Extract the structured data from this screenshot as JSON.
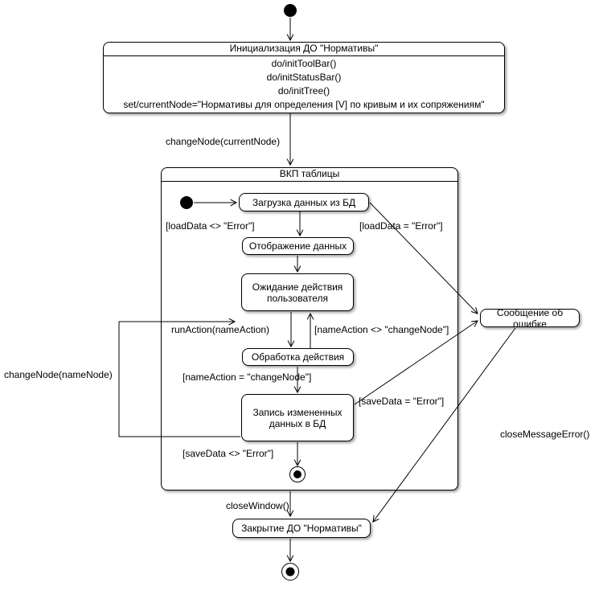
{
  "colors": {
    "stroke": "#000000",
    "fill": "#ffffff",
    "shadow": "#9b9b9b"
  },
  "diagram": {
    "states": {
      "init": {
        "title": "Инициализация ДО \"Нормативы\"",
        "actions": [
          "do/initToolBar()",
          "do/initStatusBar()",
          "do/initTree()",
          "set/currentNode=\"Нормативы для определения [V] по кривым и их сопряжениям\""
        ]
      },
      "composite": {
        "title": "ВКП таблицы"
      },
      "load": {
        "label": "Загрузка данных из БД"
      },
      "display": {
        "label": "Отображение данных"
      },
      "wait": {
        "label": "Ожидание действия пользователя"
      },
      "process": {
        "label": "Обработка действия"
      },
      "save": {
        "label": "Запись измененных данных в БД"
      },
      "error": {
        "label": "Сообщение об ошибке"
      },
      "close": {
        "label": "Закрытие ДО \"Нормативы\""
      }
    },
    "transitions": {
      "change_node_current": "changeNode(currentNode)",
      "load_ok": "[loadData <> \"Error\"]",
      "load_error": "[loadData = \"Error\"]",
      "run_action": "runAction(nameAction)",
      "action_not_change_node": "[nameAction <> \"changeNode\"]",
      "action_change_node": "[nameAction = \"changeNode\"]",
      "save_error": "[saveData = \"Error\"]",
      "save_ok": "[saveData <> \"Error\"]",
      "change_node_name": "changeNode(nameNode)",
      "close_window": "closeWindow()",
      "close_message_error": "closeMessageError()"
    }
  }
}
